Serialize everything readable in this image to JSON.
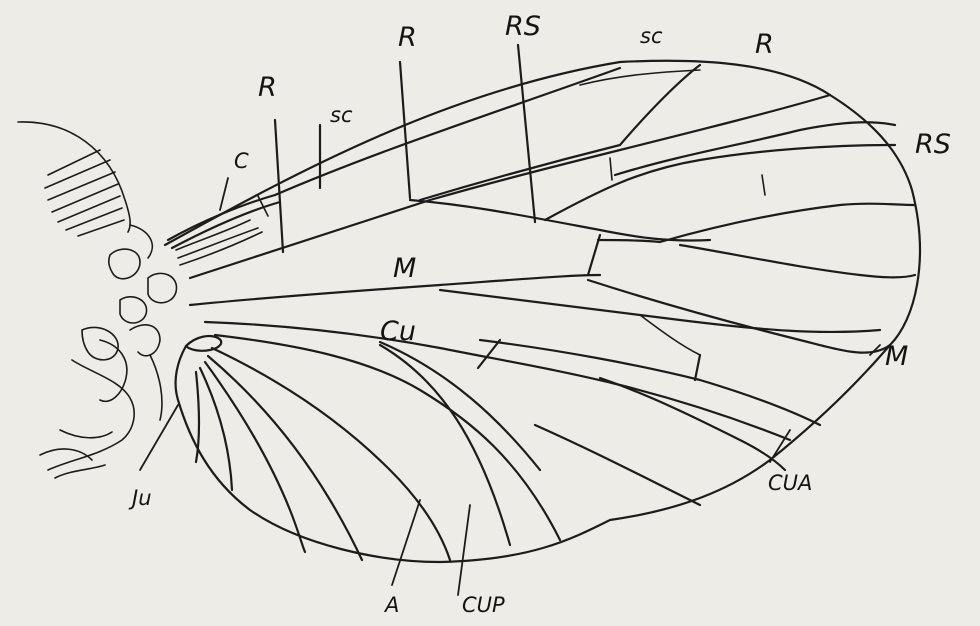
{
  "diagram": {
    "labels": {
      "r_left": "R",
      "r_mid": "R",
      "r_right": "R",
      "sc_left": "sc",
      "sc_right": "sc",
      "rs_top": "RS",
      "rs_right": "RS",
      "c": "C",
      "m_inner": "M",
      "m_outer": "M",
      "cu": "Cu",
      "cua": "CUA",
      "cup": "CUP",
      "a": "A",
      "ju": "Ju"
    }
  },
  "colors": {
    "ink": "#1c1c1c",
    "paper": "#eeece7"
  }
}
